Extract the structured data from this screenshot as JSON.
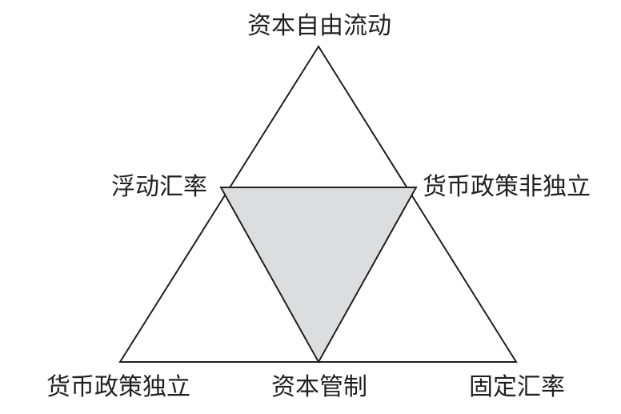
{
  "labels": {
    "top": "资本自由流动",
    "left_mid": "浮动汇率",
    "right_mid": "货币政策非独立",
    "bottom_left": "货币政策独立",
    "bottom_center": "资本管制",
    "bottom_right": "固定汇率"
  },
  "colors": {
    "stroke": "#231f20",
    "inner_fill": "#dcdddf",
    "text": "#231f20"
  }
}
